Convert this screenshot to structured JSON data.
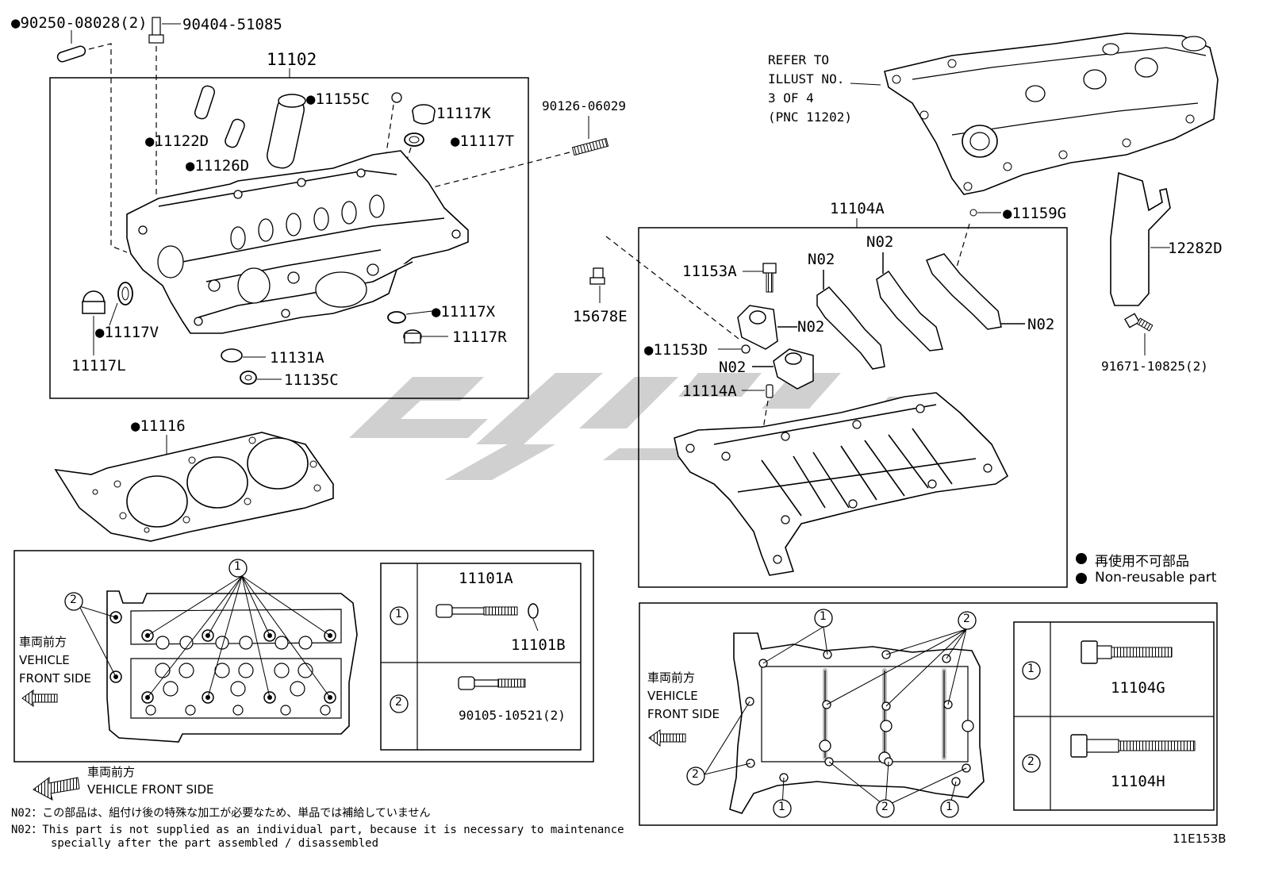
{
  "parts": {
    "p90250": "●90250-08028(2)",
    "p90404": "90404-51085",
    "p11102": "11102",
    "p11155C": "●11155C",
    "p11117K": "11117K",
    "p11117T": "●11117T",
    "p11122D": "●11122D",
    "p11126D": "●11126D",
    "p90126": "90126-06029",
    "p11117X": "●11117X",
    "p11117R": "11117R",
    "p11117V": "●11117V",
    "p11117L": "11117L",
    "p11131A": "11131A",
    "p11135C": "11135C",
    "p11116": "●11116",
    "p11104A": "11104A",
    "p11159G": "●11159G",
    "p11153A": "11153A",
    "p11153D": "●11153D",
    "p11114A": "11114A",
    "p15678E": "15678E",
    "p12282D": "12282D",
    "p91671": "91671-10825(2)",
    "p11101A": "11101A",
    "p11101B": "11101B",
    "p90105": "90105-10521(2)",
    "p11104G": "11104G",
    "p11104H": "11104H",
    "n02": "N02"
  },
  "refer": {
    "line1": "REFER TO",
    "line2": "ILLUST NO.",
    "line3": "3 OF 4",
    "line4": "(PNC 11202)"
  },
  "legend": {
    "jp": "再使用不可部品",
    "en": "Non-reusable part"
  },
  "front": {
    "jp": "車両前方",
    "en1": "VEHICLE",
    "en2": "FRONT SIDE",
    "en_full": "VEHICLE FRONT SIDE"
  },
  "circled": {
    "one": "1",
    "two": "2"
  },
  "notes": {
    "jp": "N02：この部品は、組付け後の特殊な加工が必要なため、単品では補給していません",
    "en1": "N02：This part is not supplied as an individual part, because it is necessary to maintenance",
    "en2": "specially after the part assembled / disassembled"
  },
  "code": "11E153B"
}
